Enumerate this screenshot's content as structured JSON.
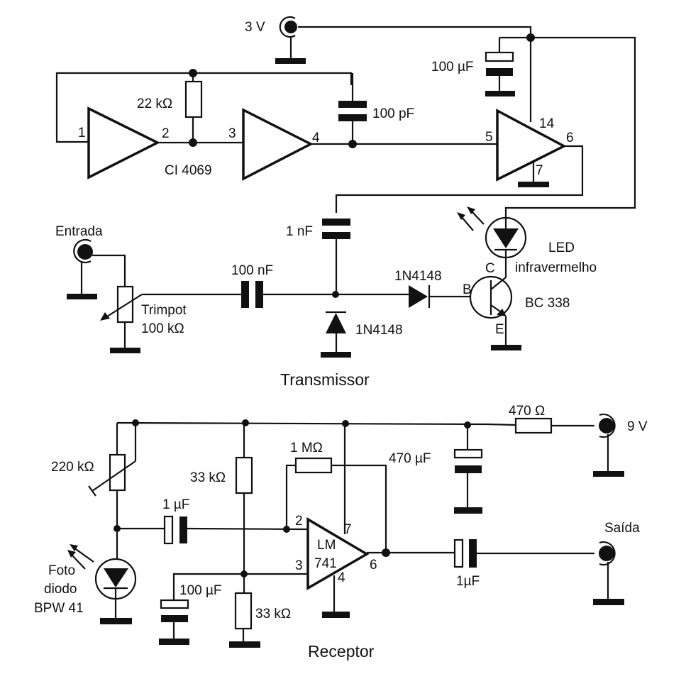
{
  "diagram": {
    "type": "electronic-schematic",
    "sections": [
      {
        "id": "transmitter",
        "title": "Transmissor"
      },
      {
        "id": "receiver",
        "title": "Receptor"
      }
    ]
  },
  "transmitter": {
    "title": "Transmissor",
    "supply": {
      "label": "3 V"
    },
    "input_jack": {
      "label": "Entrada"
    },
    "ic": {
      "label": "CI 4069"
    },
    "inverters": [
      {
        "in_pin": "1",
        "out_pin": "2"
      },
      {
        "in_pin": "3",
        "out_pin": "4"
      },
      {
        "in_pin": "5",
        "out_pin": "6",
        "vcc_pin": "14",
        "gnd_pin": "7"
      }
    ],
    "r_feedback": {
      "label": "22 kΩ"
    },
    "c_timing": {
      "label": "100 pF"
    },
    "c_supply": {
      "label": "100 µF"
    },
    "c_coupling_mod": {
      "label": "1 nF"
    },
    "c_input": {
      "label": "100 nF"
    },
    "trimpot": {
      "label_line1": "Trimpot",
      "label_line2": "100 kΩ"
    },
    "diode_series": {
      "label": "1N4148"
    },
    "diode_shunt": {
      "label": "1N4148"
    },
    "led": {
      "label_line1": "LED",
      "label_line2": "infravermelho"
    },
    "transistor": {
      "label": "BC 338",
      "pin_b": "B",
      "pin_c": "C",
      "pin_e": "E"
    }
  },
  "receiver": {
    "title": "Receptor",
    "supply": {
      "label": "9 V"
    },
    "output_jack": {
      "label": "Saída"
    },
    "r_supply": {
      "label": "470 Ω"
    },
    "c_supply": {
      "label": "470 µF"
    },
    "r_bias_pot": {
      "label": "220 kΩ"
    },
    "photodiode": {
      "label_line1": "Foto",
      "label_line2": "diodo",
      "label_line3": "BPW 41"
    },
    "c_in": {
      "label": "1 µF"
    },
    "r_div_top": {
      "label": "33 kΩ"
    },
    "r_div_bottom": {
      "label": "33 kΩ"
    },
    "c_div": {
      "label": "100 µF"
    },
    "r_feedback": {
      "label": "1 MΩ"
    },
    "opamp": {
      "label_line1": "LM",
      "label_line2": "741",
      "pin_inv": "2",
      "pin_noninv": "3",
      "pin_out": "6",
      "pin_vcc": "7",
      "pin_gnd": "4"
    },
    "c_out": {
      "label": "1µF"
    }
  }
}
